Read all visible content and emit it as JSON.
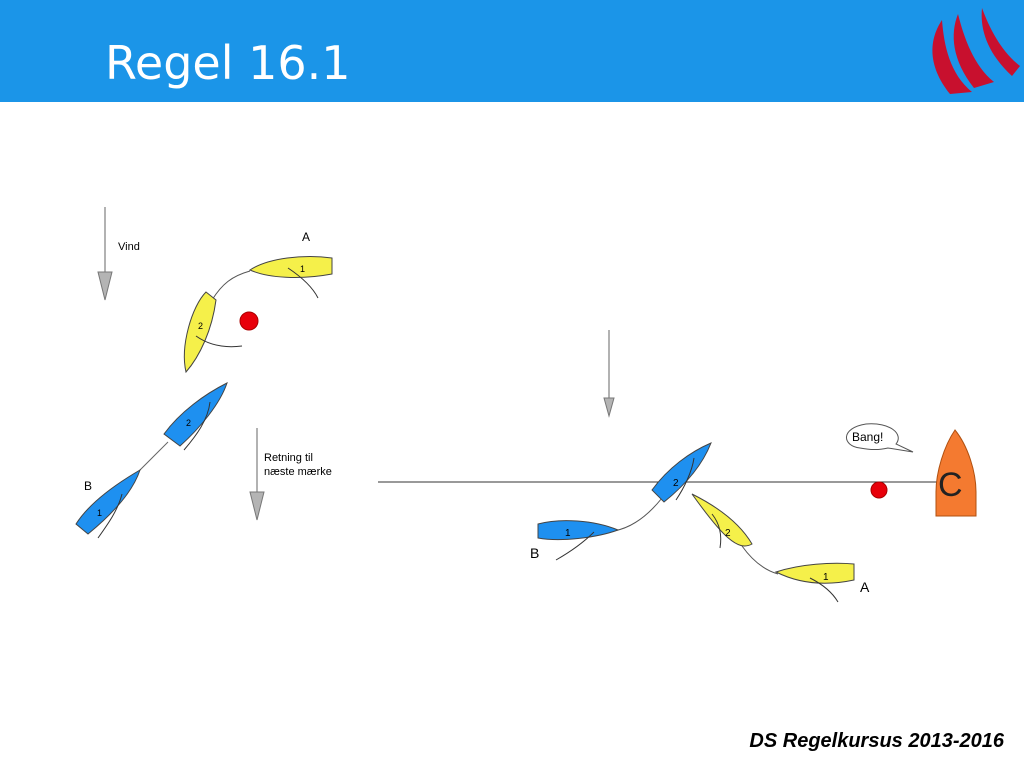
{
  "slide": {
    "title": "Regel 16.1",
    "footer": "DS Regelkursus 2013-2016"
  },
  "colors": {
    "header_bg": "#1b95e8",
    "yellow_boat": "#f5f04a",
    "blue_boat": "#1e90f0",
    "mark": "#e8000a",
    "committee_boat": "#f47a30",
    "logo_red": "#c8102e"
  },
  "left_diagram": {
    "wind_label": "Vind",
    "boat_a_label": "A",
    "boat_b_label": "B",
    "direction_label_line1": "Retning til",
    "direction_label_line2": "næste mærke",
    "positions": [
      "1",
      "2",
      "2",
      "1"
    ]
  },
  "right_diagram": {
    "speech": "Bang!",
    "committee_letter": "C",
    "boat_a_label": "A",
    "boat_b_label": "B",
    "positions": [
      "2",
      "1",
      "2",
      "1"
    ]
  }
}
